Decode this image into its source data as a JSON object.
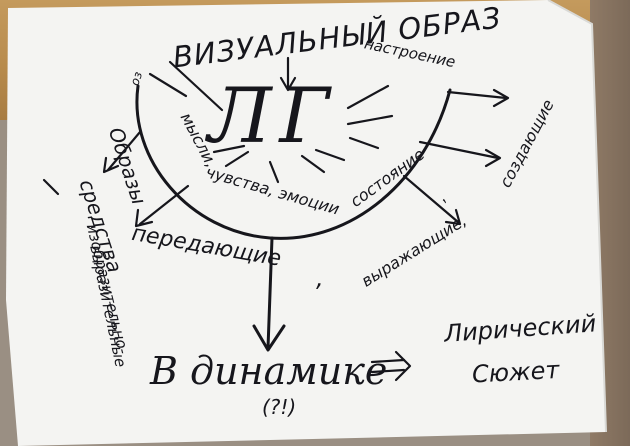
{
  "photo": {
    "colors": {
      "ink": "#16161c",
      "paper": "#f4f4f2",
      "wood": "#b88b4c",
      "background": "#9a8f83"
    }
  },
  "texts": {
    "title": "ВИЗУАЛЬНЫЙ ОБРАЗ",
    "mood": "настроение",
    "abbr": "ЛГ",
    "thoughts": "мысли,",
    "state": "состояние",
    "feelings": "чувства, эмоции",
    "creating": "создающие",
    "expressing": "выражающие,",
    "transmitting": "передающие",
    "comma": ",",
    "images": "Образы",
    "means_1": "средства",
    "means_2": "изобразительно-",
    "means_3": "выразительные",
    "in_dynamics": "В динамике",
    "question": "(?!)",
    "lyrical": "Лирический",
    "plot": "Сюжет"
  }
}
